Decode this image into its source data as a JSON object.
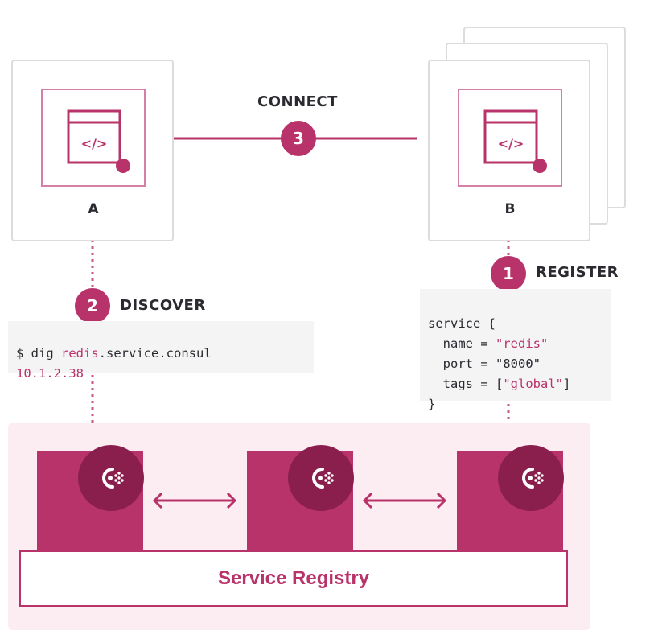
{
  "nodes": {
    "a": {
      "label": "A"
    },
    "b": {
      "label": "B"
    }
  },
  "steps": {
    "connect": {
      "number": "3",
      "label": "CONNECT"
    },
    "discover": {
      "number": "2",
      "label": "DISCOVER"
    },
    "register": {
      "number": "1",
      "label": "REGISTER"
    }
  },
  "dns_query": {
    "prompt": "$ dig ",
    "highlight": "redis",
    "rest": ".service.consul",
    "result": "10.1.2.38"
  },
  "service_definition": {
    "line1": "service {",
    "line2_key": "  name = ",
    "line2_value": "\"redis\"",
    "line3": "  port = \"8000\"",
    "line4_key": "  tags = [",
    "line4_value": "\"global\"",
    "line4_end": "]",
    "line5": "}"
  },
  "registry": {
    "label": "Service Registry"
  },
  "colors": {
    "brand": "#b8336a",
    "brand_dark": "#8a1f4d",
    "registry_bg": "#fcedf3",
    "border": "#dcdcdf"
  }
}
